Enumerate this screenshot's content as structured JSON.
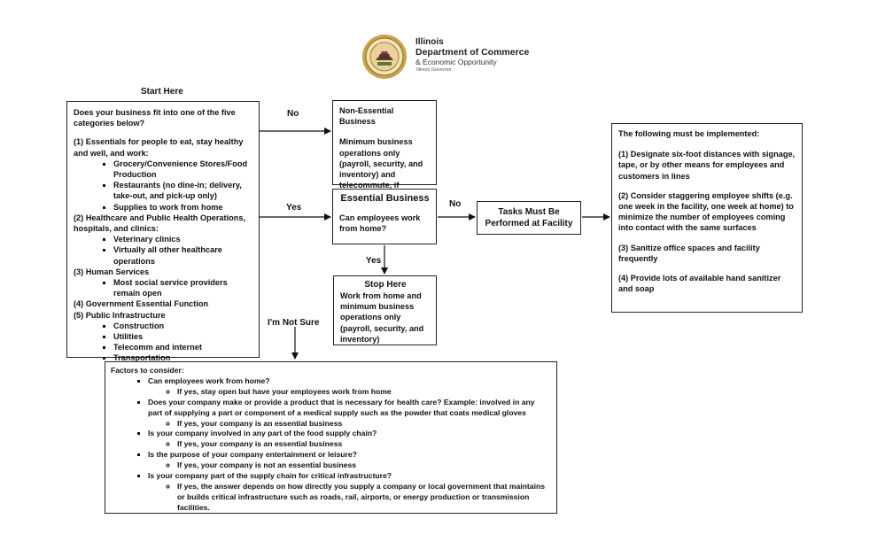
{
  "logo": {
    "line1": "Illinois",
    "line2": "Department of Commerce",
    "line3": "& Economic Opportunity",
    "line4": "Illinois Governor"
  },
  "start_label": "Start Here",
  "edge_labels": {
    "no_top": "No",
    "yes_mid": "Yes",
    "no_right": "No",
    "yes_down": "Yes",
    "not_sure": "I'm Not Sure"
  },
  "categories_box": {
    "question": "Does your business fit into one of the five categories below?",
    "sections": [
      {
        "title": "(1) Essentials for people to eat, stay healthy and well, and work:",
        "items": [
          "Grocery/Convenience Stores/Food Production",
          "Restaurants (no dine-in; delivery, take-out, and pick-up only)",
          "Supplies to work from home"
        ]
      },
      {
        "title": "(2) Healthcare and Public Health Operations, hospitals, and clinics:",
        "items": [
          "Veterinary clinics",
          "Virtually all other healthcare operations"
        ]
      },
      {
        "title": "(3)  Human Services",
        "items": [
          "Most social service providers remain open"
        ]
      },
      {
        "title": "(4) Government Essential Function",
        "items": []
      },
      {
        "title": "(5) Public Infrastructure",
        "items": [
          "Construction",
          "Utilities",
          "Telecomm and internet",
          "Transportation"
        ]
      }
    ]
  },
  "non_essential": {
    "title": "Non-Essential Business",
    "body": "Minimum business operations only (payroll, security, and inventory) and telecommute, if available."
  },
  "essential": {
    "title": "Essential Business",
    "body": "Can employees work from home?"
  },
  "stop_here": {
    "title": "Stop Here",
    "body": "Work from home and minimum business operations only (payroll, security, and inventory)"
  },
  "tasks": {
    "title": "Tasks Must Be Performed at Facility"
  },
  "implemented": {
    "title": "The following must be implemented:",
    "items": [
      "(1) Designate six-foot distances with signage, tape, or by other means for employees and customers in lines",
      "(2) Consider staggering employee shifts (e.g. one week in the facility, one week at home) to minimize the number of employees coming into contact with the same surfaces",
      "(3) Sanitize office spaces and facility frequently",
      "(4) Provide lots of available hand sanitizer and soap"
    ]
  },
  "factors": {
    "title": "Factors to consider:",
    "questions": [
      {
        "q": "Can employees work from home?",
        "a": "If yes, stay open but have your employees work from home"
      },
      {
        "q": "Does your company make or provide a product that is necessary for health care? Example: involved in any part of supplying a part or component of a medical supply such as the powder that coats medical gloves",
        "a": "If yes, your company is an essential business"
      },
      {
        "q": "Is your company involved in any part of the food supply chain?",
        "a": "If yes, your company is an essential business"
      },
      {
        "q": "Is the purpose of your company entertainment or leisure?",
        "a": "If yes, your company is not an essential business"
      },
      {
        "q": "Is your company part of the supply chain for critical infrastructure?",
        "a": "If yes, the answer depends on how directly you supply a company or local government that maintains or builds critical infrastructure such as roads, rail, airports, or energy production or transmission facilities."
      }
    ]
  }
}
